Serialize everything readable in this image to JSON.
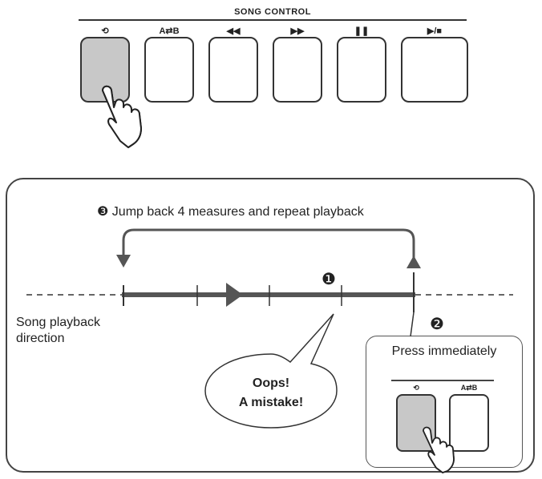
{
  "song_control": {
    "title": "SONG CONTROL",
    "buttons": [
      {
        "label": "⟲",
        "icon": "repeat-icon"
      },
      {
        "label": "A⇄B",
        "icon": "ab-repeat-icon"
      },
      {
        "label": "◀◀",
        "icon": "rewind-icon"
      },
      {
        "label": "▶▶",
        "icon": "fast-forward-icon"
      },
      {
        "label": "❚❚",
        "icon": "pause-icon"
      },
      {
        "label": "▶/■",
        "icon": "play-stop-icon"
      }
    ]
  },
  "diagram": {
    "step3_marker": "❸",
    "step3_text": "Jump back 4 measures and repeat playback",
    "step1_marker": "❶",
    "step2_marker": "❷",
    "direction_label_line1": "Song playback",
    "direction_label_line2": "direction",
    "mistake_line1": "Oops!",
    "mistake_line2": "A mistake!",
    "press_text": "Press immediately",
    "inset_buttons": [
      {
        "label": "⟲"
      },
      {
        "label": "A⇄B"
      }
    ]
  }
}
